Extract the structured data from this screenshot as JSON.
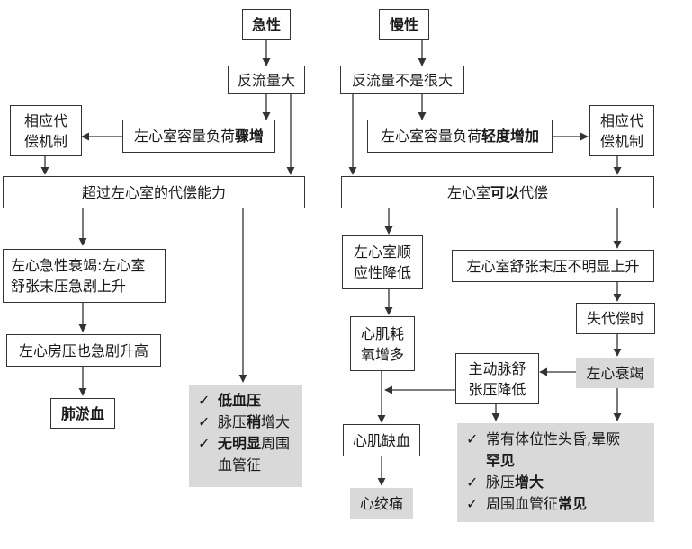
{
  "acute": {
    "title": "急性",
    "regurg": "反流量大",
    "lv_load_a": "左心室容量负荷",
    "lv_load_b": "骤增",
    "comp": "相应代偿机制",
    "exceed": "超过左心室的代偿能力",
    "failure": "左心急性衰竭:左心室舒张末压急剧上升",
    "la": "左心房压也急剧升高",
    "lung": "肺淤血",
    "signs": [
      {
        "a": "",
        "b": "低血压",
        "c": ""
      },
      {
        "a": "脉压",
        "b": "稍",
        "c": "增大"
      },
      {
        "a": "",
        "b": "无明显",
        "c": "周围"
      },
      {
        "a": "血管征",
        "b": "",
        "c": ""
      }
    ]
  },
  "chronic": {
    "title": "慢性",
    "regurg": "反流量不是很大",
    "lv_load_a": "左心室容量负荷",
    "lv_load_b": "轻度增加",
    "comp": "相应代偿机制",
    "can_a": "左心室",
    "can_b": "可以",
    "can_c": "代偿",
    "compliance": "左心室顺应性降低",
    "edp": "左心室舒张末压不明显上升",
    "decomp": "失代偿时",
    "lhf": "左心衰竭",
    "o2": "心肌耗氧增多",
    "aortic": "主动脉舒张压降低",
    "ischemia": "心肌缺血",
    "angina": "心绞痛",
    "signs": [
      {
        "a": "常有体位性头昏,晕厥",
        "b": "",
        "c": ""
      },
      {
        "a": "",
        "b": "罕见",
        "c": ""
      },
      {
        "a": "脉压",
        "b": "增大",
        "c": ""
      },
      {
        "a": "周围血管征",
        "b": "常见",
        "c": ""
      }
    ]
  },
  "check_glyph": "✓"
}
